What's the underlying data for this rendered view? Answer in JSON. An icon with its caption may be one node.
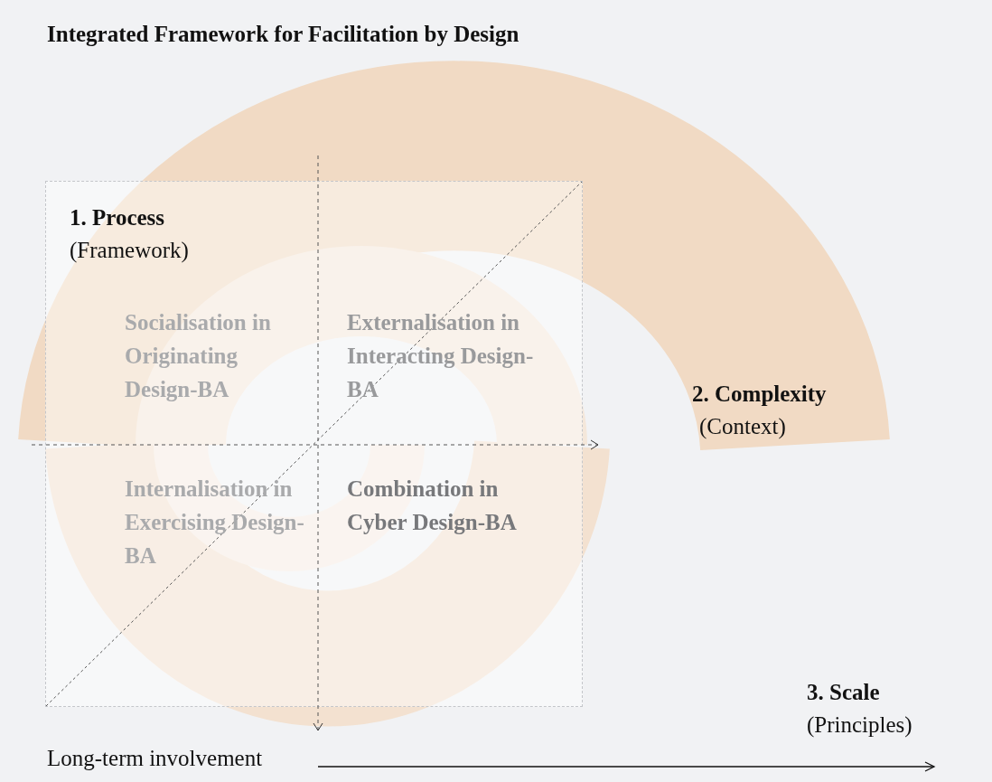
{
  "diagram": {
    "title": "Integrated Framework for Facilitation by Design",
    "nodes": [
      {
        "text": [
          "1. Process",
          "(Framework)"
        ]
      },
      {
        "text": [
          "2. Complexity",
          "(Context)"
        ]
      }
    ],
    "labels": [
      "Socialisation in Originating Design-BA",
      "Externalisation in Interacting Design-BA",
      "Internalisation in Exercising Design-BA",
      "Combination in Cyber Design-BA",
      "3. Scale",
      "(Principles)",
      "Long-term involvement"
    ]
  }
}
